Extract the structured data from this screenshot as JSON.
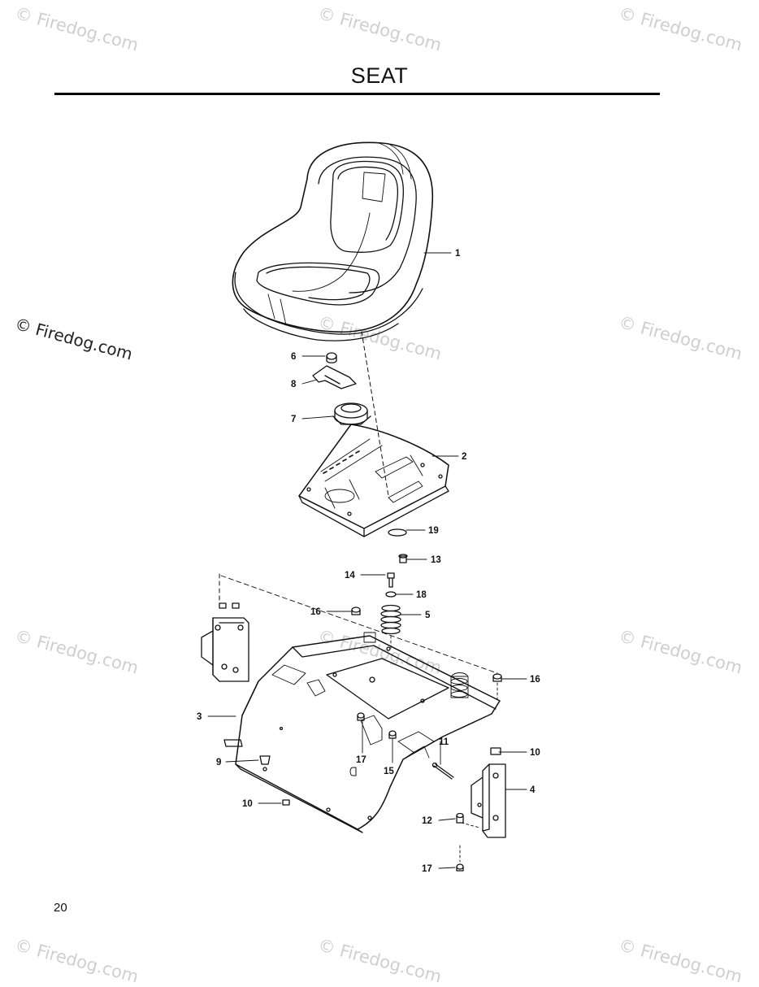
{
  "title": "SEAT",
  "page_number": "20",
  "watermark_text": "© Firedog.com",
  "callouts": [
    {
      "id": "c1",
      "label": "1"
    },
    {
      "id": "c6",
      "label": "6"
    },
    {
      "id": "c8",
      "label": "8"
    },
    {
      "id": "c7",
      "label": "7"
    },
    {
      "id": "c2",
      "label": "2"
    },
    {
      "id": "c19",
      "label": "19"
    },
    {
      "id": "c13",
      "label": "13"
    },
    {
      "id": "c14",
      "label": "14"
    },
    {
      "id": "c18",
      "label": "18"
    },
    {
      "id": "c16a",
      "label": "16"
    },
    {
      "id": "c5",
      "label": "5"
    },
    {
      "id": "c16b",
      "label": "16"
    },
    {
      "id": "c3",
      "label": "3"
    },
    {
      "id": "c11",
      "label": "11"
    },
    {
      "id": "c17a",
      "label": "17"
    },
    {
      "id": "c10a",
      "label": "10"
    },
    {
      "id": "c9",
      "label": "9"
    },
    {
      "id": "c15",
      "label": "15"
    },
    {
      "id": "c4",
      "label": "4"
    },
    {
      "id": "c10b",
      "label": "10"
    },
    {
      "id": "c12",
      "label": "12"
    },
    {
      "id": "c17b",
      "label": "17"
    }
  ]
}
